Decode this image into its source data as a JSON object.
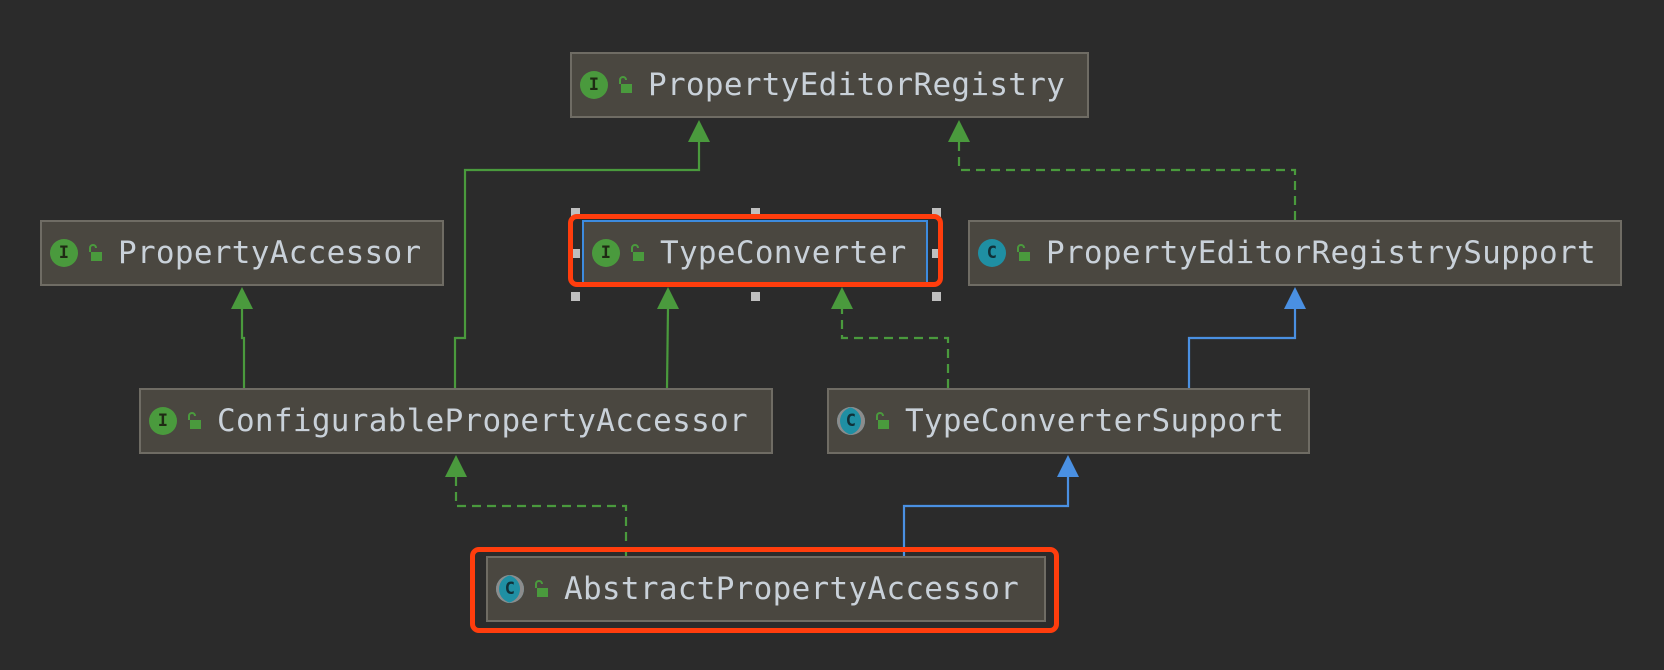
{
  "diagram": {
    "colors": {
      "background": "#2b2b2b",
      "node_fill": "#4a4740",
      "interface_edge": "#4a9a3d",
      "class_edge": "#4a90e2",
      "highlight": "#ff3d0d",
      "selection": "#3d8bde"
    },
    "nodes": [
      {
        "id": "property-editor-registry",
        "label": "PropertyEditorRegistry",
        "kind": "I",
        "kind_type": "interface",
        "icon": "interface-icon"
      },
      {
        "id": "property-accessor",
        "label": "PropertyAccessor",
        "kind": "I",
        "kind_type": "interface",
        "icon": "interface-icon"
      },
      {
        "id": "type-converter",
        "label": "TypeConverter",
        "kind": "I",
        "kind_type": "interface",
        "icon": "interface-icon",
        "selected": true,
        "highlighted": true
      },
      {
        "id": "property-editor-registry-support",
        "label": "PropertyEditorRegistrySupport",
        "kind": "C",
        "kind_type": "class",
        "icon": "class-icon"
      },
      {
        "id": "configurable-property-accessor",
        "label": "ConfigurablePropertyAccessor",
        "kind": "I",
        "kind_type": "interface",
        "icon": "interface-icon"
      },
      {
        "id": "type-converter-support",
        "label": "TypeConverterSupport",
        "kind": "C",
        "kind_type": "abstract-class",
        "icon": "abstract-class-icon"
      },
      {
        "id": "abstract-property-accessor",
        "label": "AbstractPropertyAccessor",
        "kind": "C",
        "kind_type": "abstract-class",
        "icon": "abstract-class-icon",
        "highlighted": true
      }
    ],
    "edges": [
      {
        "from": "configurable-property-accessor",
        "to": "property-editor-registry",
        "relation": "extends",
        "style": "solid-green"
      },
      {
        "from": "configurable-property-accessor",
        "to": "property-accessor",
        "relation": "extends",
        "style": "solid-green"
      },
      {
        "from": "configurable-property-accessor",
        "to": "type-converter",
        "relation": "extends",
        "style": "solid-green"
      },
      {
        "from": "property-editor-registry-support",
        "to": "property-editor-registry",
        "relation": "implements",
        "style": "dashed-green"
      },
      {
        "from": "type-converter-support",
        "to": "type-converter",
        "relation": "implements",
        "style": "dashed-green"
      },
      {
        "from": "type-converter-support",
        "to": "property-editor-registry-support",
        "relation": "extends",
        "style": "solid-blue"
      },
      {
        "from": "abstract-property-accessor",
        "to": "configurable-property-accessor",
        "relation": "implements",
        "style": "dashed-green"
      },
      {
        "from": "abstract-property-accessor",
        "to": "type-converter-support",
        "relation": "extends",
        "style": "solid-blue"
      }
    ]
  }
}
